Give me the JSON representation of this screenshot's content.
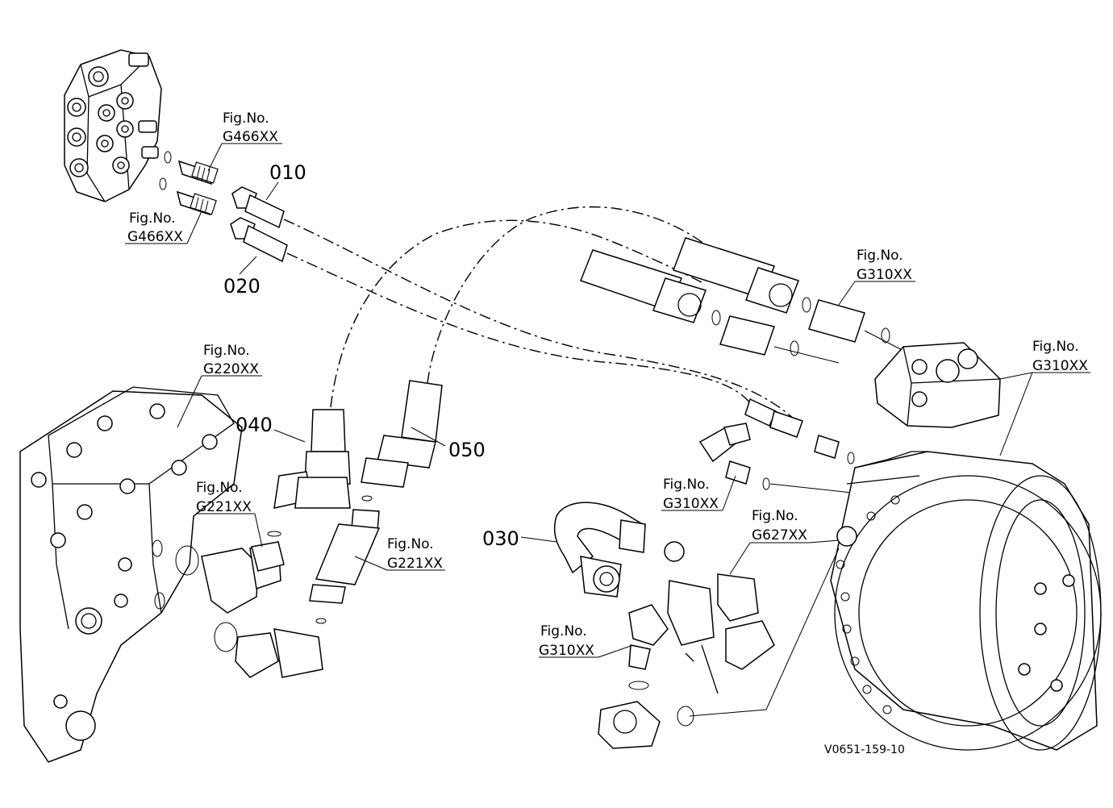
{
  "labels": {
    "fig_no": "Fig.No.",
    "g466_upper": "G466XX",
    "g466_lower": "G466XX",
    "g220": "G220XX",
    "g221_left": "G221XX",
    "g221_center": "G221XX",
    "g310_top": "G310XX",
    "g310_right": "G310XX",
    "g310_mid": "G310XX",
    "g310_bottom": "G310XX",
    "g627": "G627XX"
  },
  "part_numbers": {
    "p010": "010",
    "p020": "020",
    "p030": "030",
    "p040": "040",
    "p050": "050"
  },
  "drawing_id": "V0651-159-10"
}
